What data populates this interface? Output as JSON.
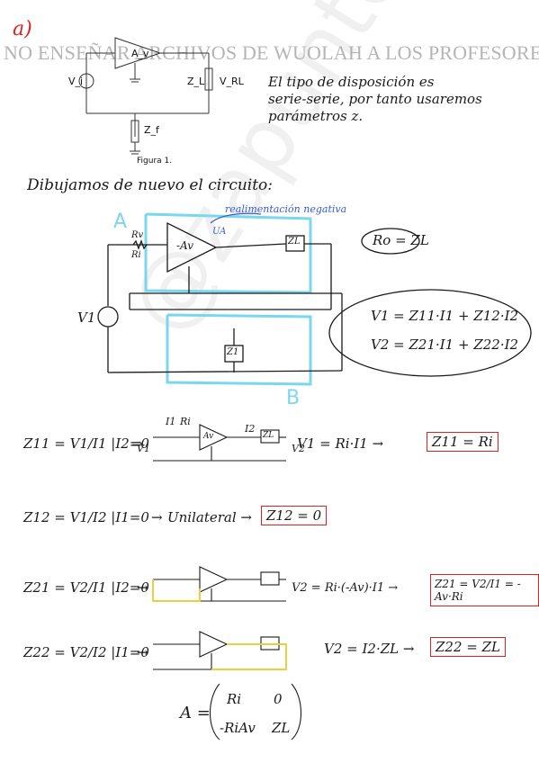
{
  "header": {
    "section_label": "a)",
    "banner": "NO ENSEÑAR ARCHIVOS DE WUOLAH A LOS PROFESORES",
    "watermark": "@zapuntes"
  },
  "figure1": {
    "caption": "Figura 1.",
    "labels": {
      "amp": "A_v",
      "source": "V_i",
      "load": "Z_L",
      "out": "V_RL",
      "feedback": "Z_f"
    }
  },
  "note": {
    "line1": "El tipo de disposición es",
    "line2": "serie-serie, por tanto usaremos",
    "line3": "parámetros z."
  },
  "redraw": {
    "title": "Dibujamos de nuevo el circuito:",
    "block_a": "A",
    "block_b": "B",
    "feedback_label": "realimentación negativa",
    "ri": "Ri",
    "ri_top": "Rv",
    "amp": "-Av",
    "zl": "ZL",
    "z1": "Z1",
    "vi": "V1",
    "ua": "UA"
  },
  "bubbles": {
    "ro": "Ro = ZL",
    "v1": "V1 = Z11·I1 + Z12·I2",
    "v2": "V2 = Z21·I1 + Z22·I2"
  },
  "params": [
    {
      "lhs": "Z11 = V1/I1 |I2=0",
      "arrow": "⇒",
      "mid": "V1 = Ri·I1 →",
      "result": "Z11 = Ri"
    },
    {
      "lhs": "Z12 = V1/I2 |I1=0",
      "arrow": "→",
      "mid": "Unilateral →",
      "result": "Z12 = 0"
    },
    {
      "lhs": "Z21 = V2/I1 |I2=0",
      "arrow": "→",
      "mid": "V2 = Ri·(-Av)·I1 →",
      "result": "Z21 = V2/I1 = -Av·Ri"
    },
    {
      "lhs": "Z22 = V2/I2 |I1=0",
      "arrow": "→",
      "mid": "V2 = I2·ZL →",
      "result": "Z22 = ZL"
    }
  ],
  "matrix": {
    "lhs": "A =",
    "r1c1": "Ri",
    "r1c2": "0",
    "r2c1": "-RiAv",
    "r2c2": "ZL"
  },
  "mini": {
    "i1": "I1",
    "ri": "Ri",
    "av": "Av",
    "i2": "I2",
    "zl": "ZL",
    "v1": "V1",
    "v2": "V2"
  },
  "colors": {
    "ink": "#1a1a1a",
    "cyan": "#7ad7ee",
    "red": "#d22222",
    "yellow": "#e6d23a",
    "blue": "#3a5bd0"
  }
}
